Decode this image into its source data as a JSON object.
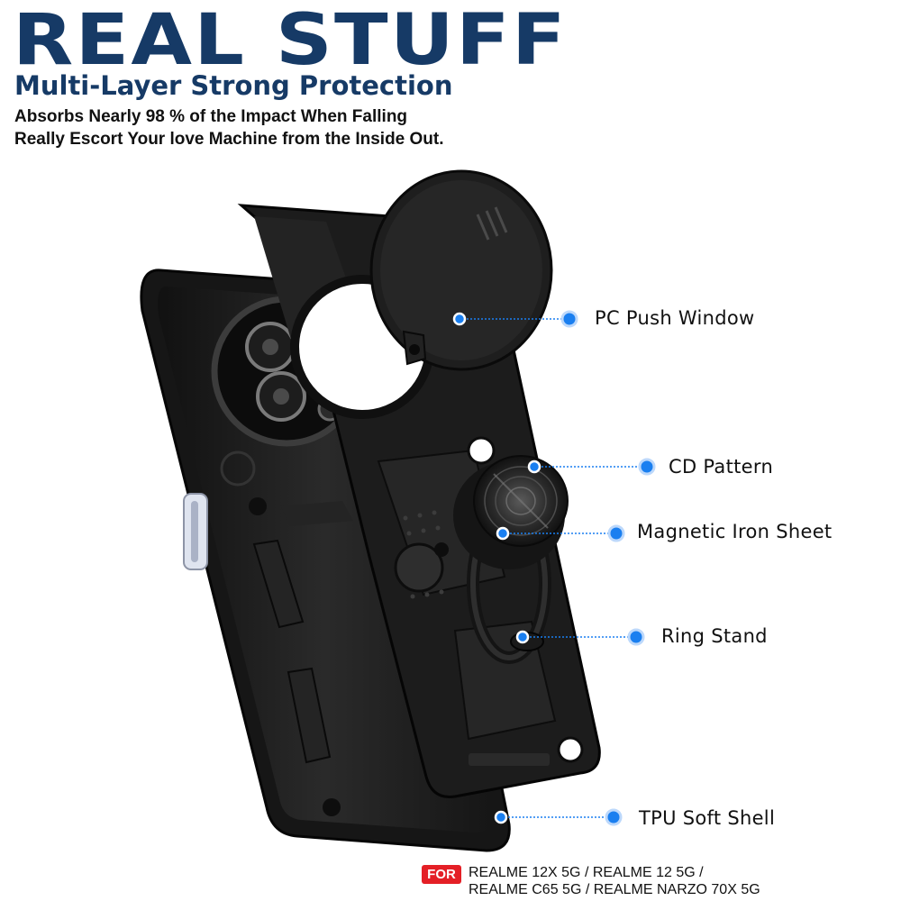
{
  "header": {
    "brand": "REAL STUFF",
    "subtitle": "Multi-Layer Strong Protection",
    "tagline_1": "Absorbs Nearly 98 % of the Impact When Falling",
    "tagline_2": "Really Escort Your love Machine from the Inside Out."
  },
  "callouts": {
    "pc_push_window": "PC Push Window",
    "cd_pattern": "CD Pattern",
    "magnetic_iron_sheet": "Magnetic Iron Sheet",
    "ring_stand": "Ring Stand",
    "tpu_soft_shell": "TPU Soft Shell"
  },
  "compatibility": {
    "badge": "FOR",
    "line_1": "REALME 12X 5G / REALME 12 5G /",
    "line_2": "REALME C65 5G / REALME NARZO 70X 5G"
  },
  "colors": {
    "brand_navy": "#163a66",
    "marker_blue": "#1a7ff0",
    "badge_red": "#e41f26",
    "case_black": "#1b1b1b"
  }
}
